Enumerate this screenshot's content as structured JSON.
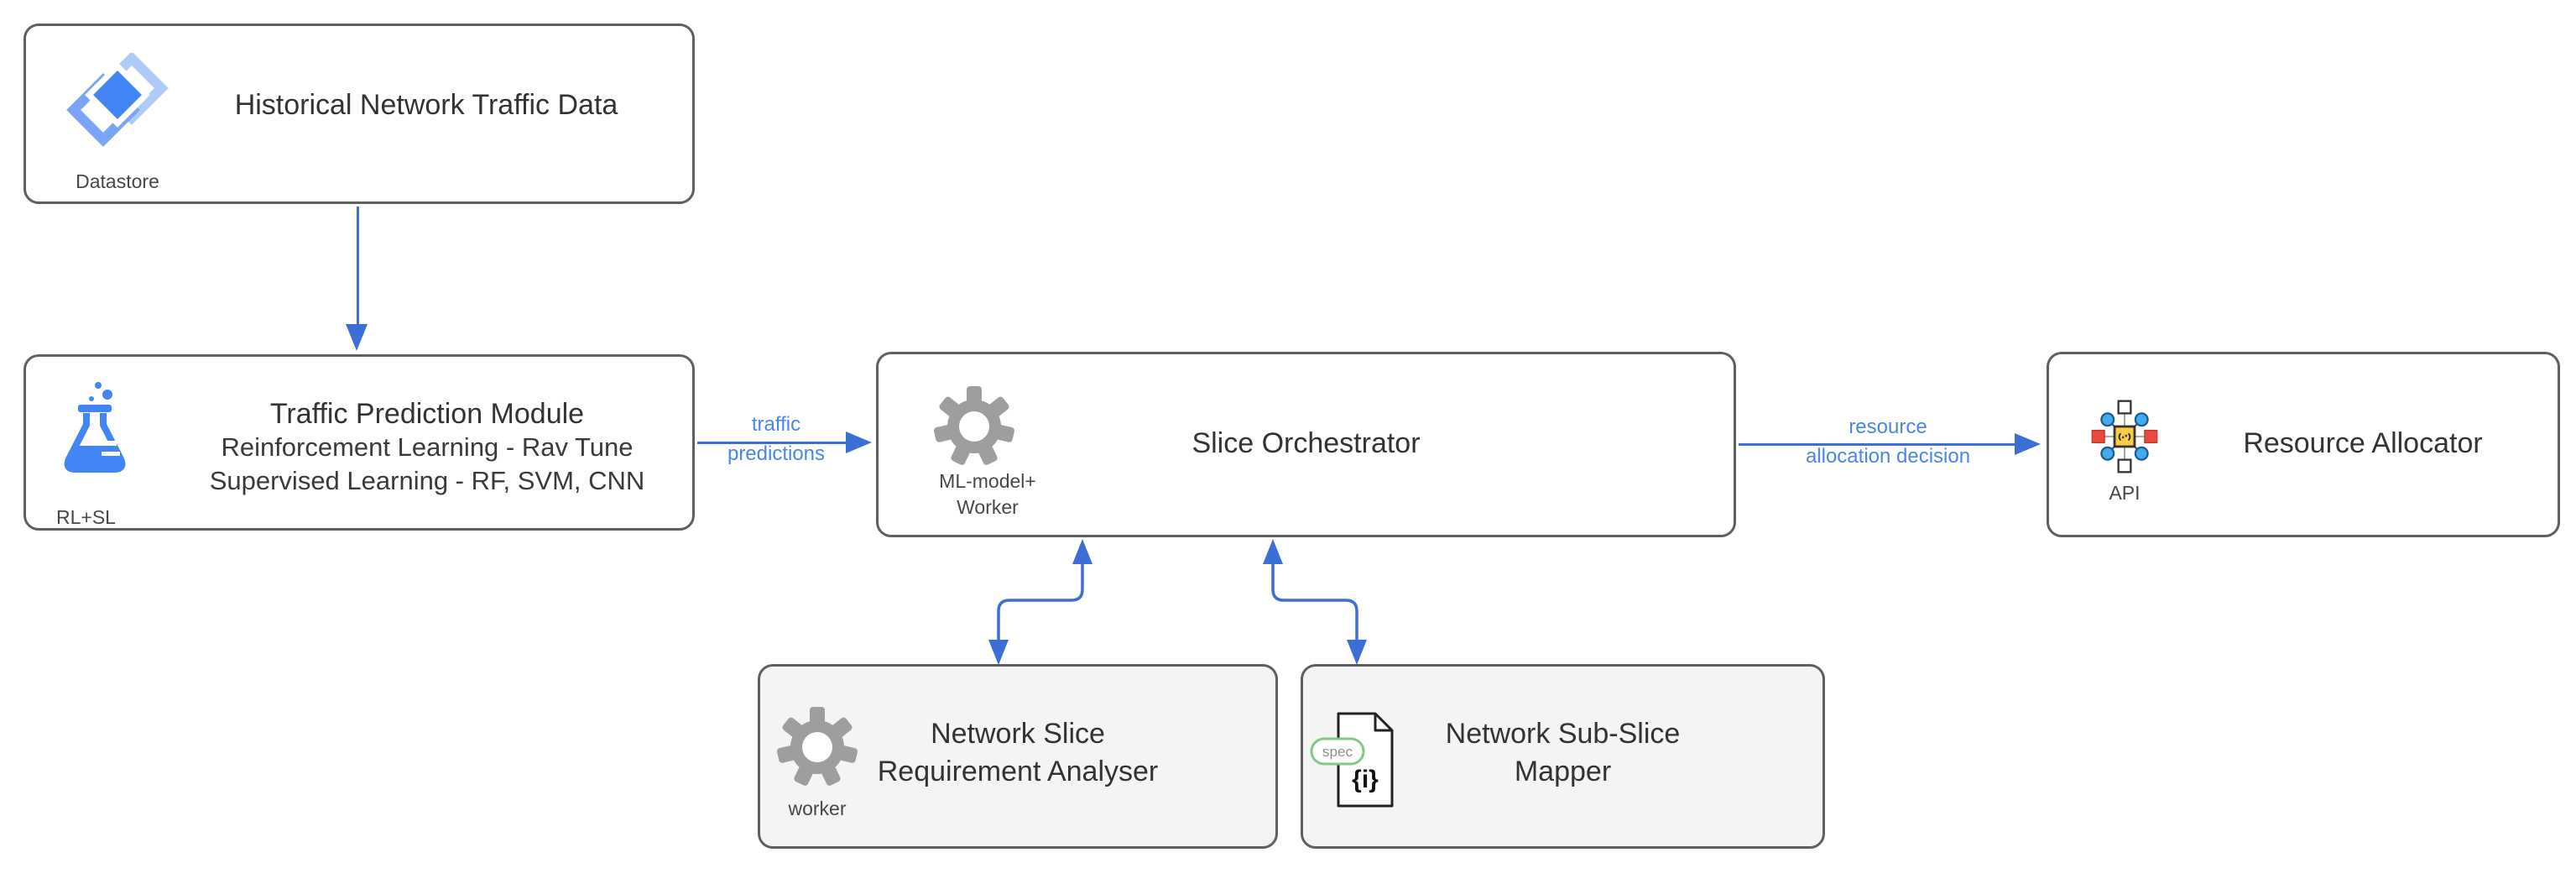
{
  "nodes": {
    "historical": {
      "title": "Historical Network Traffic Data",
      "icon_caption": "Datastore"
    },
    "traffic_prediction": {
      "title": "Traffic Prediction Module",
      "subtitle": "Reinforcement Learning - Rav Tune\nSupervised Learning - RF, SVM, CNN",
      "icon_caption": "RL+SL"
    },
    "slice_orchestrator": {
      "title": "Slice Orchestrator",
      "icon_caption": "ML-model+\nWorker"
    },
    "resource_allocator": {
      "title": "Resource Allocator",
      "icon_caption": "API"
    },
    "requirement_analyser": {
      "title": "Network Slice\nRequirement Analyser",
      "icon_caption": "worker"
    },
    "subslice_mapper": {
      "title": "Network Sub-Slice\nMapper",
      "icon_badge": "spec",
      "icon_glyph": "{i}"
    }
  },
  "edges": {
    "traffic_predictions": {
      "label": "traffic\npredictions"
    },
    "resource_allocation": {
      "label": "resource\nallocation decision"
    }
  },
  "colors": {
    "arrow_blue": "#3b6fd6",
    "edge_label_blue": "#4a86e8",
    "box_border_gray": "#5f5f5f",
    "box_fill_white": "#ffffff",
    "box_fill_gray": "#f4f4f4",
    "title_text": "#333333",
    "caption_text": "#474747",
    "gear_gray": "#9e9e9e",
    "icon_blue": "#4285f4",
    "datastore_light_blue": "#aecbfa",
    "datastore_medium_blue": "#7aa5f7",
    "api_yellow": "#f7ce46",
    "api_red": "#e84b3c",
    "api_node_blue": "#41aaf0",
    "spec_green": "#85c785"
  }
}
